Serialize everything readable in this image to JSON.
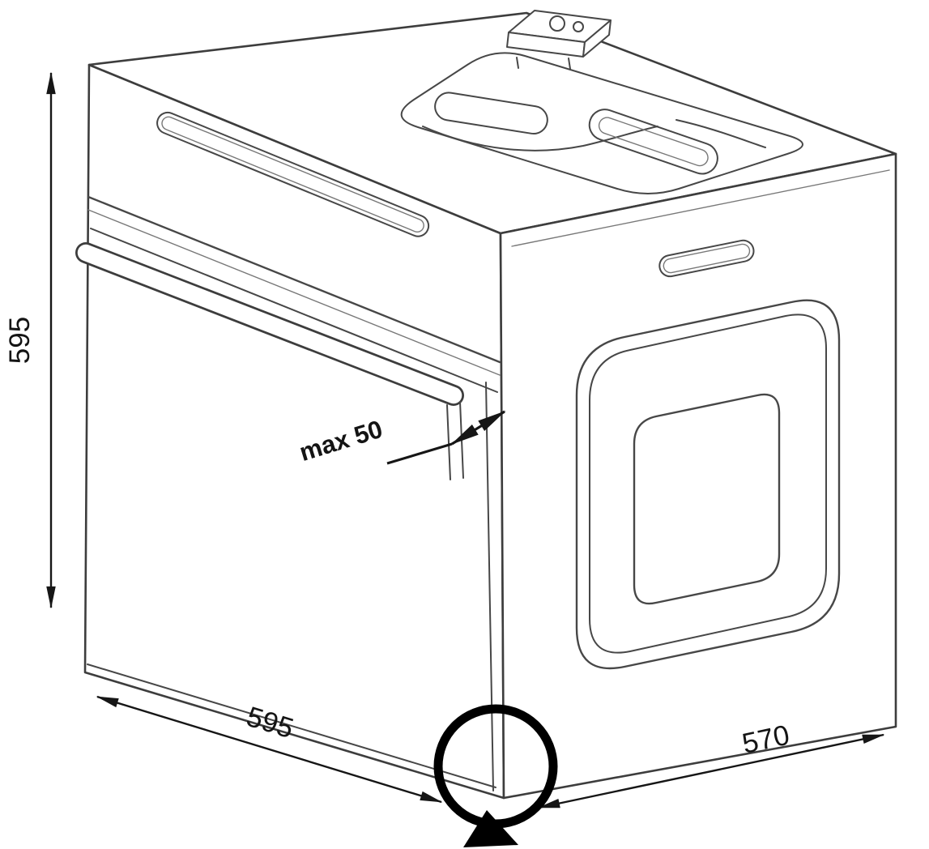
{
  "dimension_labels": {
    "cabinet_height": "595",
    "cabinet_width": "595",
    "cabinet_depth": "570",
    "door_protrusion_max": "max 50"
  },
  "colors": {
    "background": "#ffffff",
    "drawing_line": "#3d3d3d",
    "dimension_line": "#161616",
    "highlight_circle": "#000000"
  }
}
